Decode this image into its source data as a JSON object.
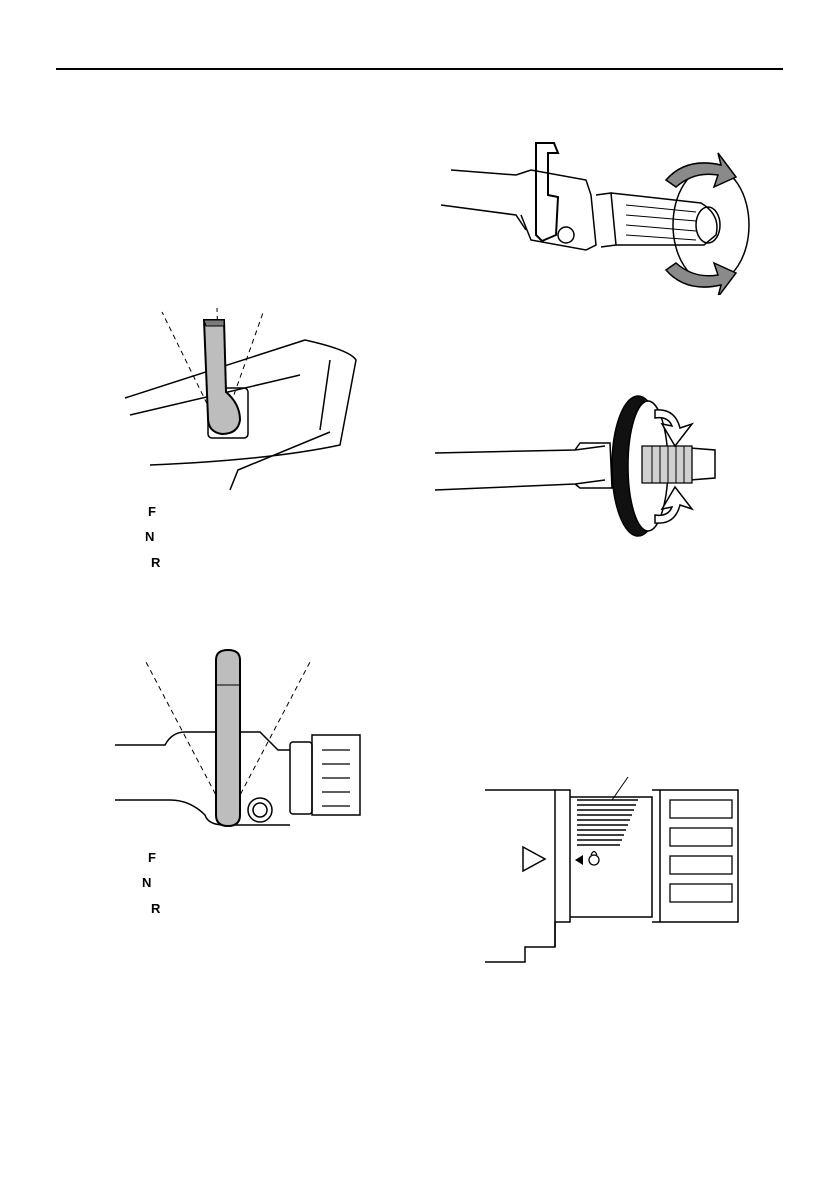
{
  "figures": {
    "tiller_lever": {
      "labels": [
        "F",
        "N",
        "R"
      ]
    },
    "remote_lever": {
      "labels": [
        "F",
        "N",
        "R"
      ]
    }
  }
}
